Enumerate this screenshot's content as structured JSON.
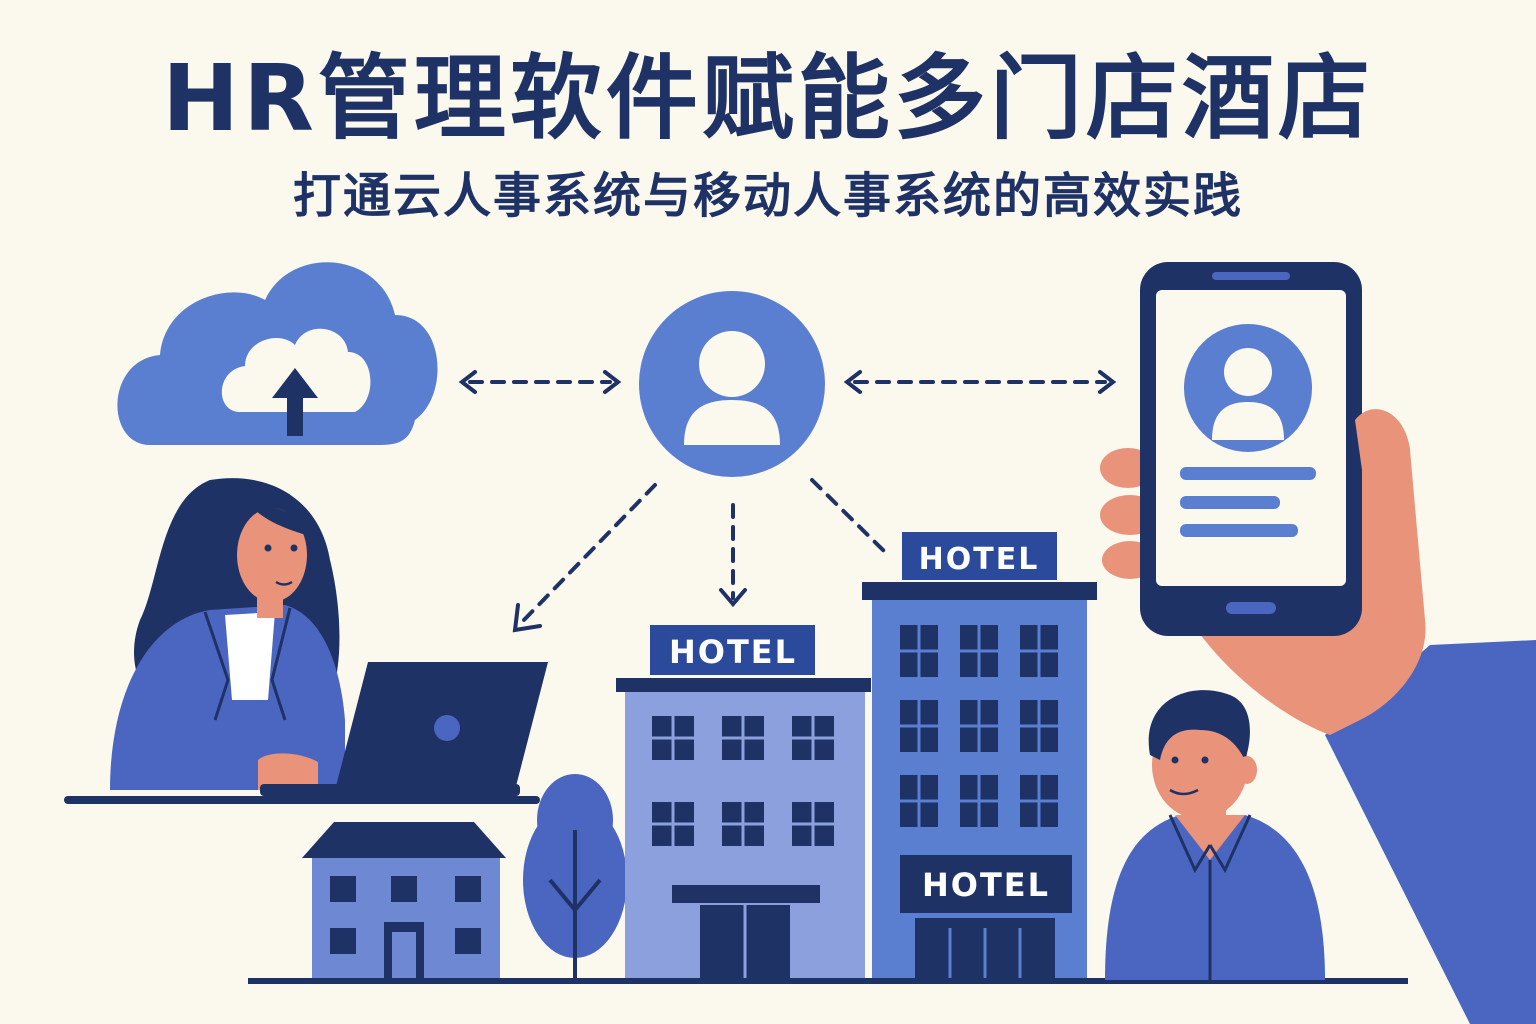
{
  "header": {
    "title": "HR管理软件赋能多门店酒店",
    "subtitle": "打通云人事系统与移动人事系统的高效实践"
  },
  "signs": {
    "hotel_center": "HOTEL",
    "hotel_tall_top": "HOTEL",
    "hotel_tall_lower": "HOTEL"
  },
  "palette": {
    "background": "#fbf8ee",
    "navy": "#1f3266",
    "blue": "#5a7fd1",
    "blue_mid": "#4a66c0",
    "blue_light": "#8ba0dc",
    "skin": "#e8937a"
  },
  "icons": [
    "cloud-upload-icon",
    "user-avatar-icon",
    "smartphone-icon",
    "hotel-building-icon",
    "laptop-icon",
    "house-icon",
    "tree-icon"
  ]
}
